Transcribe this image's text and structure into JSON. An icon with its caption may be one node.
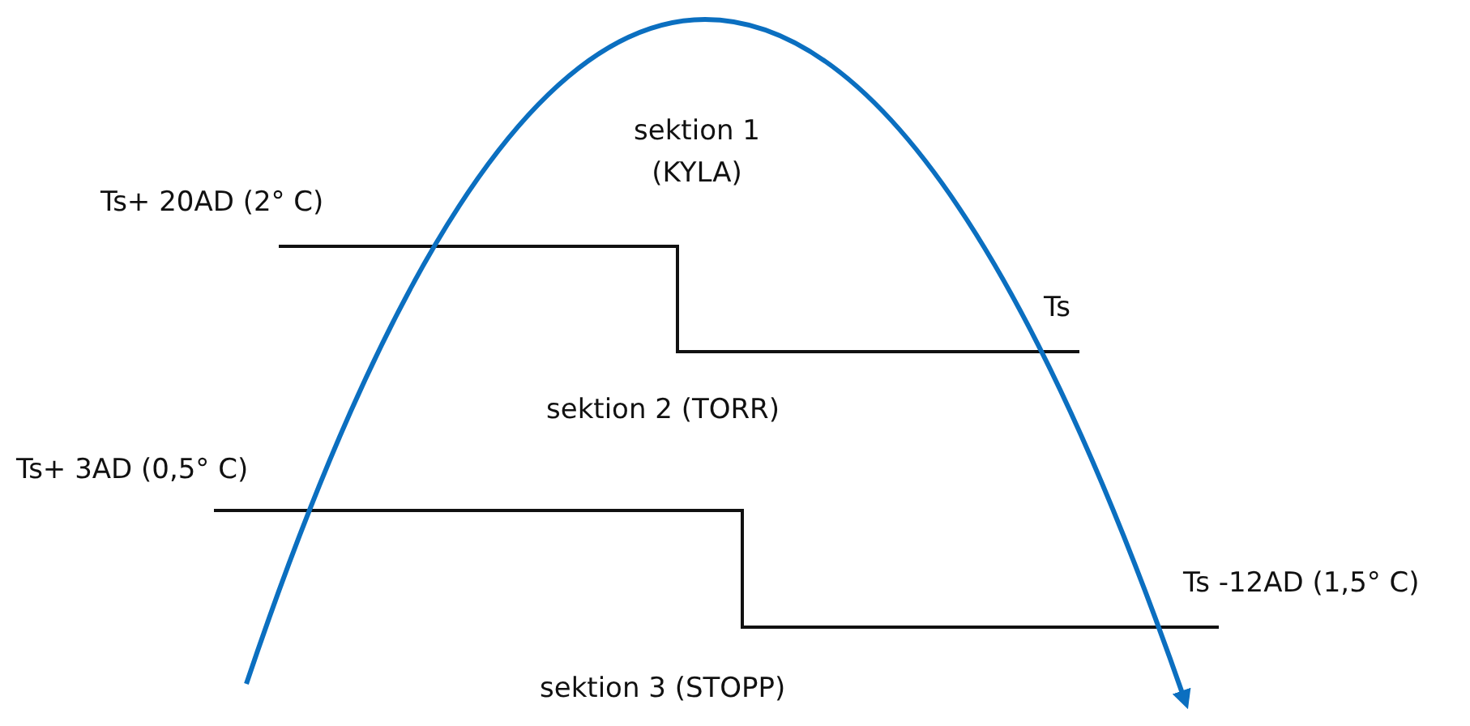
{
  "diagram": {
    "labels": [
      "sektion 1 (KYLA)",
      "Ts+ 20AD (2° C)",
      "Ts",
      "sektion 2 (TORR)",
      "Ts+ 3AD (0,5° C)",
      "Ts -12AD (1,5° C)",
      "sektion 3 (STOPP)"
    ]
  }
}
